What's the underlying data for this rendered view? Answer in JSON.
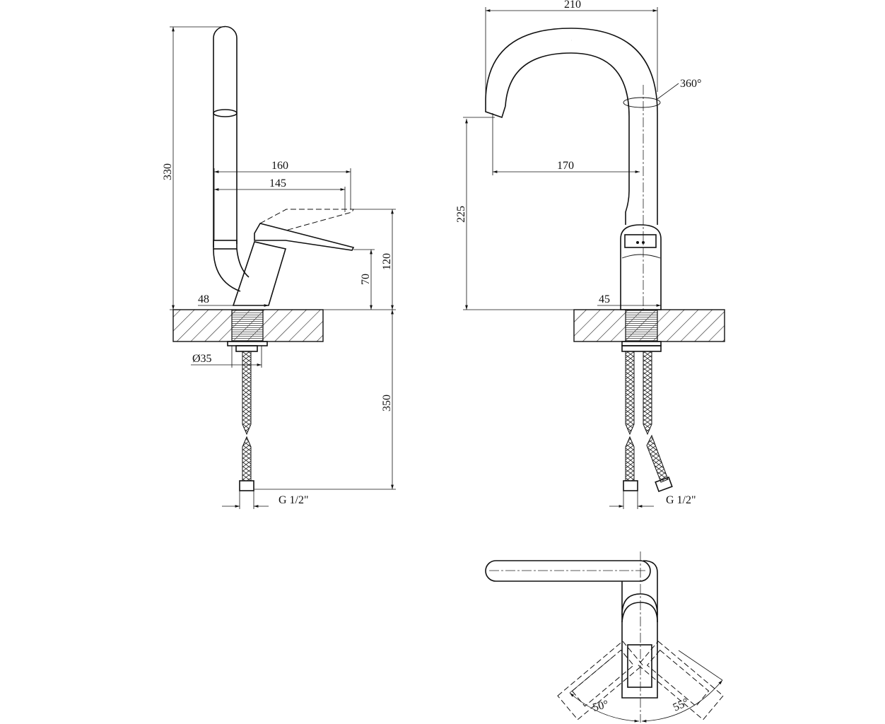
{
  "title": "Faucet technical drawing",
  "side_view": {
    "height_total": "330",
    "reach_160": "160",
    "reach_145": "145",
    "lever_height_120": "120",
    "lever_height_70": "70",
    "body_width": "48",
    "mount_diameter": "Ø35",
    "hose_length": "350",
    "connection": "G 1/2\""
  },
  "front_view": {
    "width_total": "210",
    "rotation": "360°",
    "spout_reach": "170",
    "spout_height": "225",
    "body_width": "45",
    "connection": "G 1/2\""
  },
  "top_view": {
    "angle_left": "50°",
    "angle_right": "55°"
  }
}
